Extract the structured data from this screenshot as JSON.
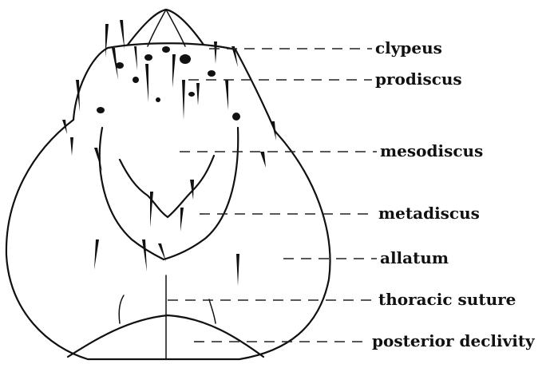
{
  "labels": [
    "clypeus",
    "prodiscus",
    "mesodiscus",
    "metadiscus",
    "allatum",
    "thoracic suture",
    "posterior declivity"
  ]
}
